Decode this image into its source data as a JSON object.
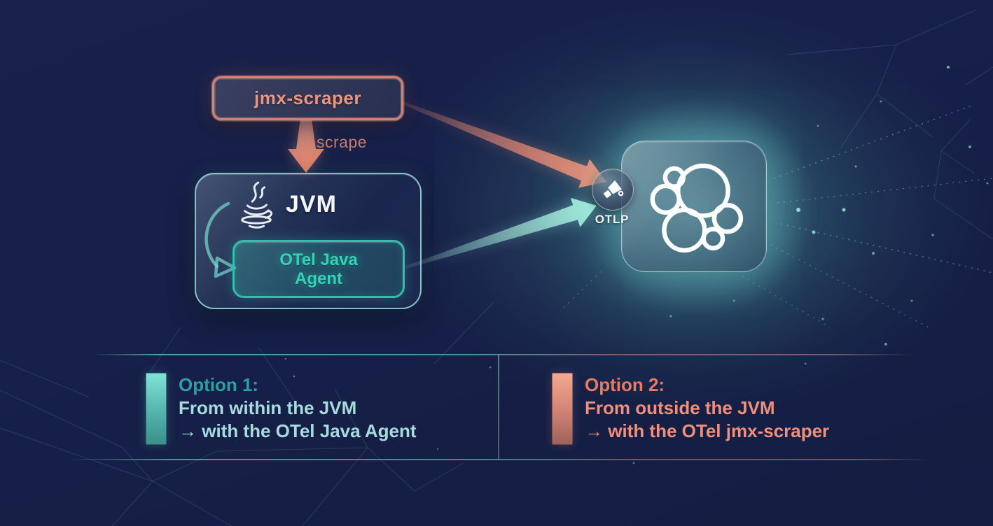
{
  "diagram": {
    "jmx_scraper": {
      "label": "jmx-scraper"
    },
    "scrape_arrow": {
      "label": "scrape"
    },
    "jvm": {
      "label": "JVM"
    },
    "otel_agent": {
      "label": "OTel Java Agent"
    },
    "otlp": {
      "label": "OTLP"
    }
  },
  "legend": {
    "option1": {
      "title": "Option 1:",
      "line1": "From within the JVM",
      "line2": "→ with the OTel Java Agent"
    },
    "option2": {
      "title": "Option 2:",
      "line1": "From outside the JVM",
      "line2": "→ with the OTel jmx-scraper"
    }
  },
  "colors": {
    "background_navy": "#161f47",
    "salmon_accent": "#ee8b73",
    "teal_accent": "#3ec9b6",
    "option1_title": "#2d9fa4",
    "option1_text": "#a7dcde",
    "option2_title": "#e87a60",
    "option2_text": "#f0907a",
    "glow_teal": "#7ce5da",
    "text_white": "#f3f7fa"
  },
  "icons": {
    "java_icon": "java-coffee-cup",
    "otlp_badge_icon": "telescope",
    "elastic_icon": "elastic-cluster"
  }
}
